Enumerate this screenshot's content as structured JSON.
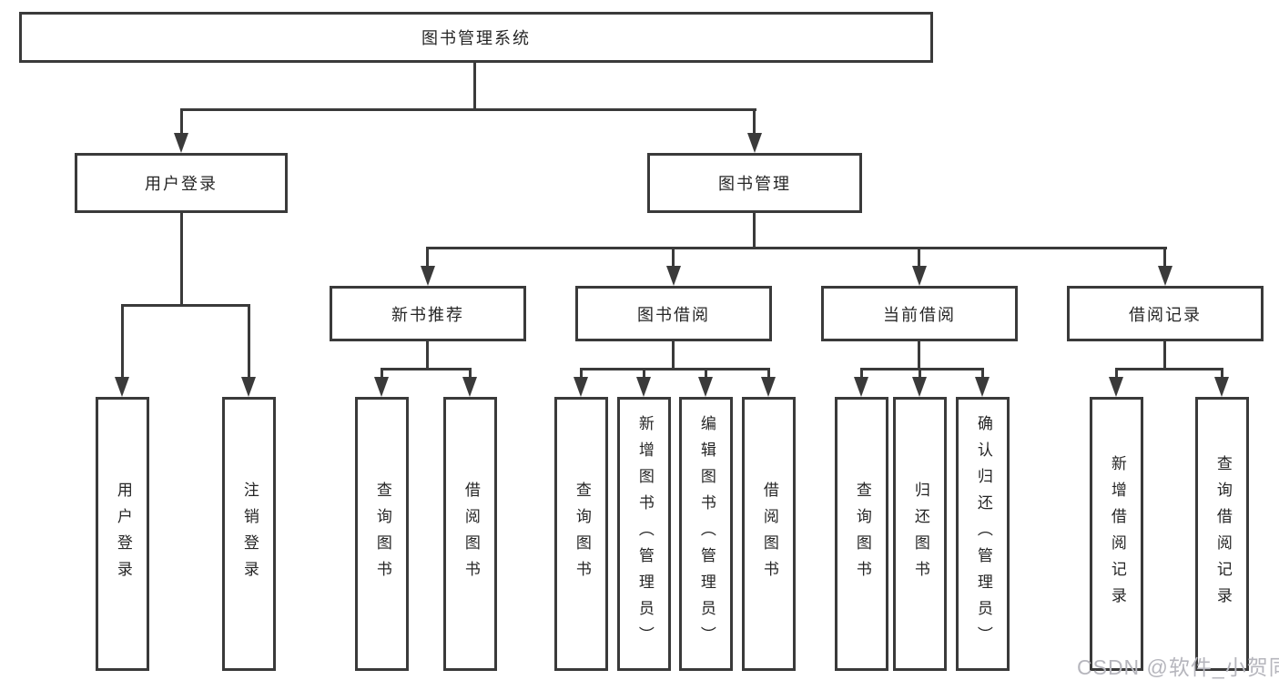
{
  "colors": {
    "line": "#3a3a3a",
    "text": "#262626",
    "background": "#ffffff",
    "watermark": "#b6b6bd"
  },
  "watermark": {
    "text": "CSDN @软件_小贺同学"
  },
  "tree": {
    "root": {
      "label": "图书管理系统",
      "children": [
        {
          "label": "用户登录",
          "children": [
            {
              "label": "用户登录"
            },
            {
              "label": "注销登录"
            }
          ]
        },
        {
          "label": "图书管理",
          "children": [
            {
              "label": "新书推荐",
              "children": [
                {
                  "label": "查询图书"
                },
                {
                  "label": "借阅图书"
                }
              ]
            },
            {
              "label": "图书借阅",
              "children": [
                {
                  "label": "查询图书"
                },
                {
                  "label": "新增图书（管理员）"
                },
                {
                  "label": "编辑图书（管理员）"
                },
                {
                  "label": "借阅图书"
                }
              ]
            },
            {
              "label": "当前借阅",
              "children": [
                {
                  "label": "查询图书"
                },
                {
                  "label": "归还图书"
                },
                {
                  "label": "确认归还（管理员）"
                }
              ]
            },
            {
              "label": "借阅记录",
              "children": [
                {
                  "label": "新增借阅记录"
                },
                {
                  "label": "查询借阅记录"
                }
              ]
            }
          ]
        }
      ]
    }
  }
}
